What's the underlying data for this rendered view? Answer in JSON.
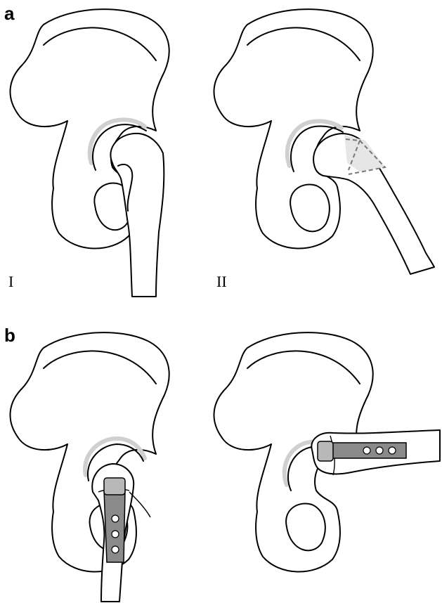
{
  "panels": {
    "a": {
      "letter": "a",
      "left_label": "I",
      "right_label": "II"
    },
    "b": {
      "letter": "b"
    }
  }
}
